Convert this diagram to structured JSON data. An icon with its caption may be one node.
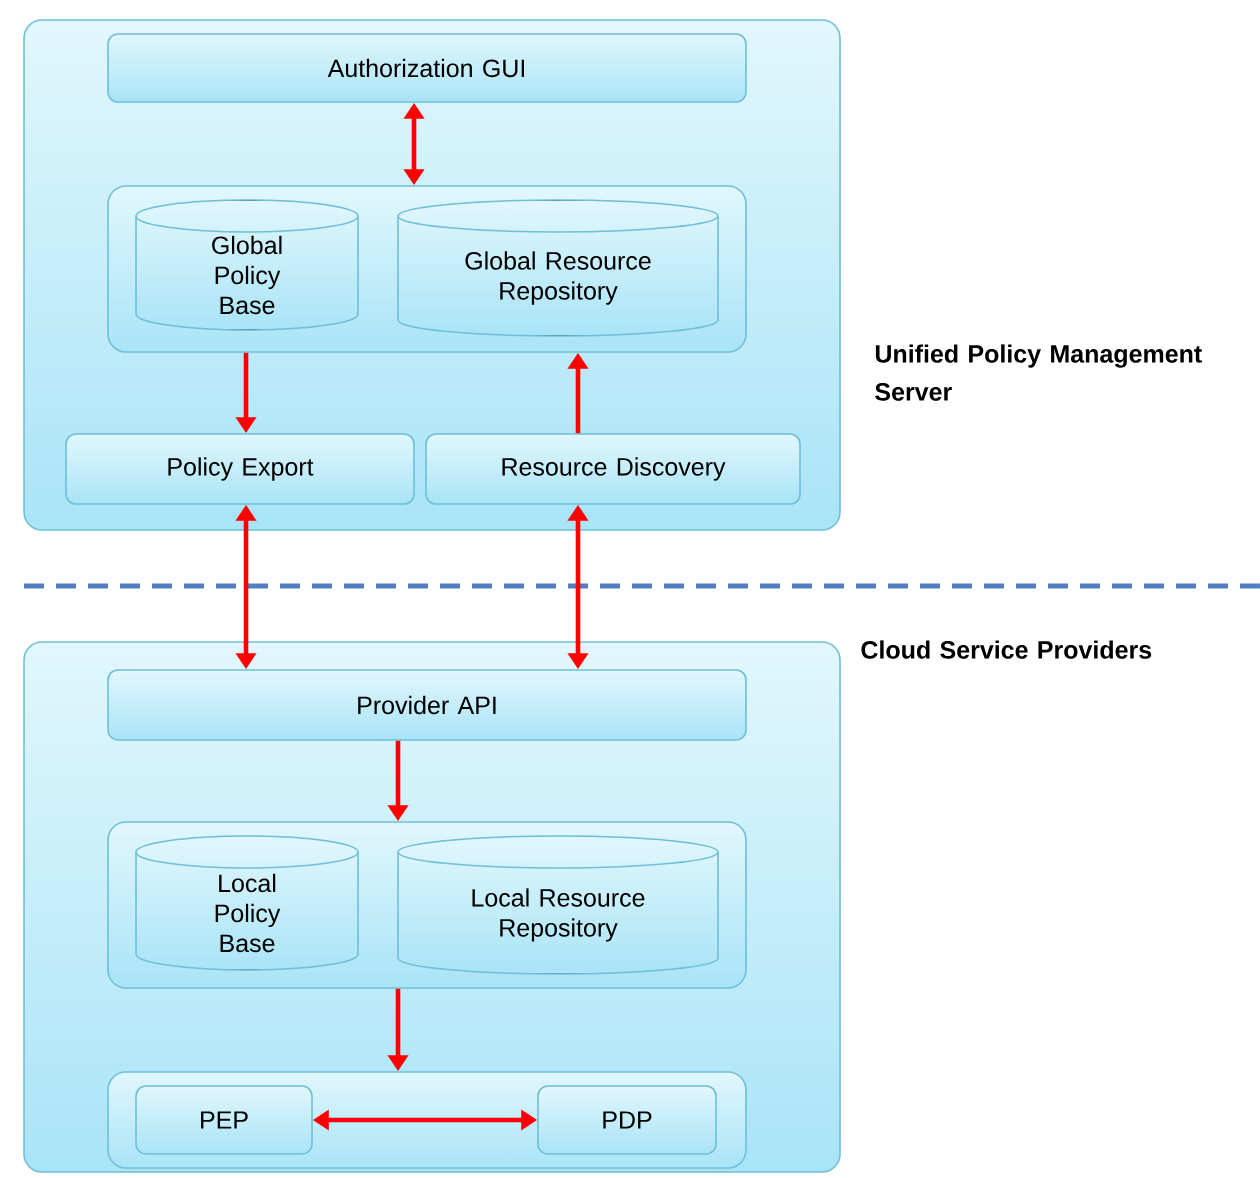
{
  "diagram": {
    "nodes": [
      {
        "text": [],
        "shape": "box",
        "beside": [
          "Unified Policy Management Server"
        ]
      },
      {
        "text": [
          "Authorization GUI"
        ],
        "in": 0
      },
      {
        "text": [],
        "shape": "box",
        "in": 0
      },
      {
        "text": [
          "Global Policy Base"
        ],
        "in": 2
      },
      {
        "text": [
          "Global Resource Repository"
        ],
        "in": 2
      },
      {
        "text": [
          "Policy Export"
        ],
        "in": 0
      },
      {
        "text": [
          "Resource Discovery"
        ],
        "in": 0
      },
      {
        "text": [],
        "shape": "box",
        "beside": [
          "Cloud Service Providers"
        ]
      },
      {
        "text": [
          "Provider API"
        ],
        "in": 7
      },
      {
        "text": [],
        "shape": "box",
        "in": 7
      },
      {
        "text": [
          "Local Policy Base"
        ],
        "in": 9
      },
      {
        "text": [
          "Local Resource Repository"
        ],
        "in": 9
      },
      {
        "text": [],
        "shape": "box",
        "in": 7
      },
      {
        "text": [
          "PEP"
        ],
        "in": 12
      },
      {
        "text": [
          "PDP"
        ],
        "in": 12
      }
    ],
    "edges": [
      {
        "from": 1,
        "to": 2,
        "arrow": "both"
      },
      {
        "from": 2,
        "to": 5,
        "arrow": "to"
      },
      {
        "from": 6,
        "to": 2,
        "arrow": "to"
      },
      {
        "from": 5,
        "to": 8,
        "arrow": "both"
      },
      {
        "from": 6,
        "to": 8,
        "arrow": "both"
      },
      {
        "from": 8,
        "to": 9,
        "arrow": "to"
      },
      {
        "from": 9,
        "to": 12,
        "arrow": "to"
      },
      {
        "from": 13,
        "to": 14,
        "arrow": "both"
      }
    ]
  }
}
